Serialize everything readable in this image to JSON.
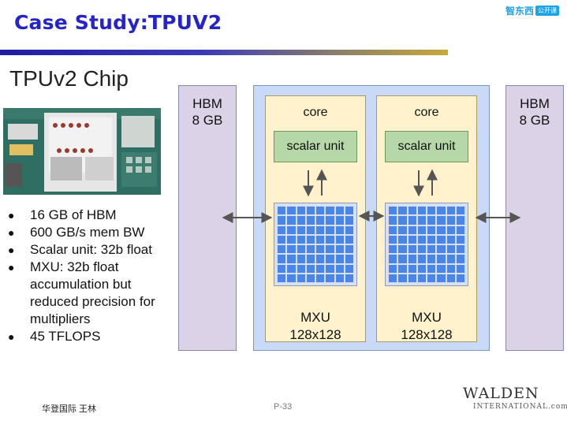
{
  "slide": {
    "title": "Case Study:TPUV2",
    "brand": {
      "text": "智东西",
      "chip": "公开课"
    }
  },
  "left": {
    "heading": "TPUv2 Chip",
    "bullets": [
      "16 GB of HBM",
      "600 GB/s mem BW",
      "Scalar unit: 32b float",
      "MXU: 32b float accumulation but reduced precision for multipliers",
      "45 TFLOPS"
    ]
  },
  "diagram": {
    "hbm_left": {
      "line1": "HBM",
      "line2": "8 GB"
    },
    "hbm_right": {
      "line1": "HBM",
      "line2": "8 GB"
    },
    "cores": [
      {
        "label": "core",
        "scalar": "scalar unit",
        "mxu1": "MXU",
        "mxu2": "128x128"
      },
      {
        "label": "core",
        "scalar": "scalar unit",
        "mxu1": "MXU",
        "mxu2": "128x128"
      }
    ],
    "colors": {
      "hbm": "#dcd2e8",
      "chip": "#c9daf8",
      "core": "#fff2cc",
      "scalar": "#b6d7a8",
      "mxu_cell": "#4a86e8"
    }
  },
  "footer": {
    "left": "华登国际 王林",
    "page": "P-33",
    "logo_main": "WALDEN",
    "logo_sub": "INTERNATIONAL.com"
  }
}
